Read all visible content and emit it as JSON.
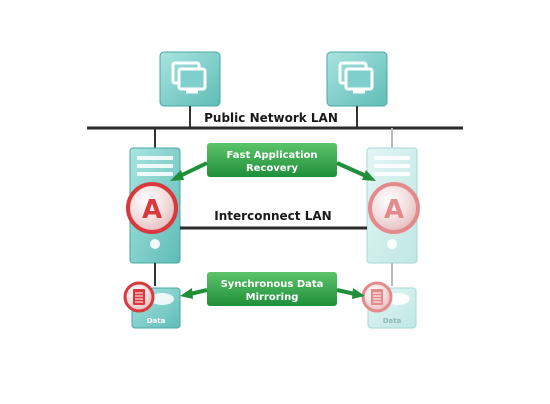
{
  "network": {
    "public_lan_label": "Public Network LAN",
    "interconnect_lan_label": "Interconnect LAN"
  },
  "callouts": {
    "recovery_line1": "Fast Application",
    "recovery_line2": "Recovery",
    "mirroring_line1": "Synchronous Data",
    "mirroring_line2": "Mirroring"
  },
  "nodes": {
    "server_badge": "A",
    "left_disk_label": "Data",
    "right_disk_label": "Data"
  },
  "colors": {
    "teal": "#7fd0cc",
    "teal_dark": "#3f9d99",
    "green": "#2ea84a",
    "red": "#d8393c"
  }
}
